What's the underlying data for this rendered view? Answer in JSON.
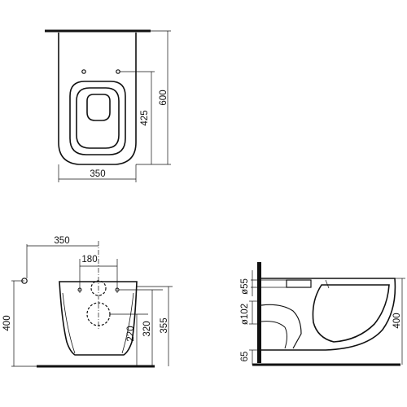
{
  "top_view": {
    "width": "350",
    "seat_depth": "425",
    "total_depth": "600"
  },
  "front_view": {
    "fixing_offset": "350",
    "hole_spacing": "180",
    "height_total": "400",
    "height_fixing": "355",
    "height_upper": "320",
    "height_lower": "220"
  },
  "side_view": {
    "inlet_diameter": "ø55",
    "outlet_diameter": "ø102",
    "floor_gap": "65",
    "height": "400"
  }
}
